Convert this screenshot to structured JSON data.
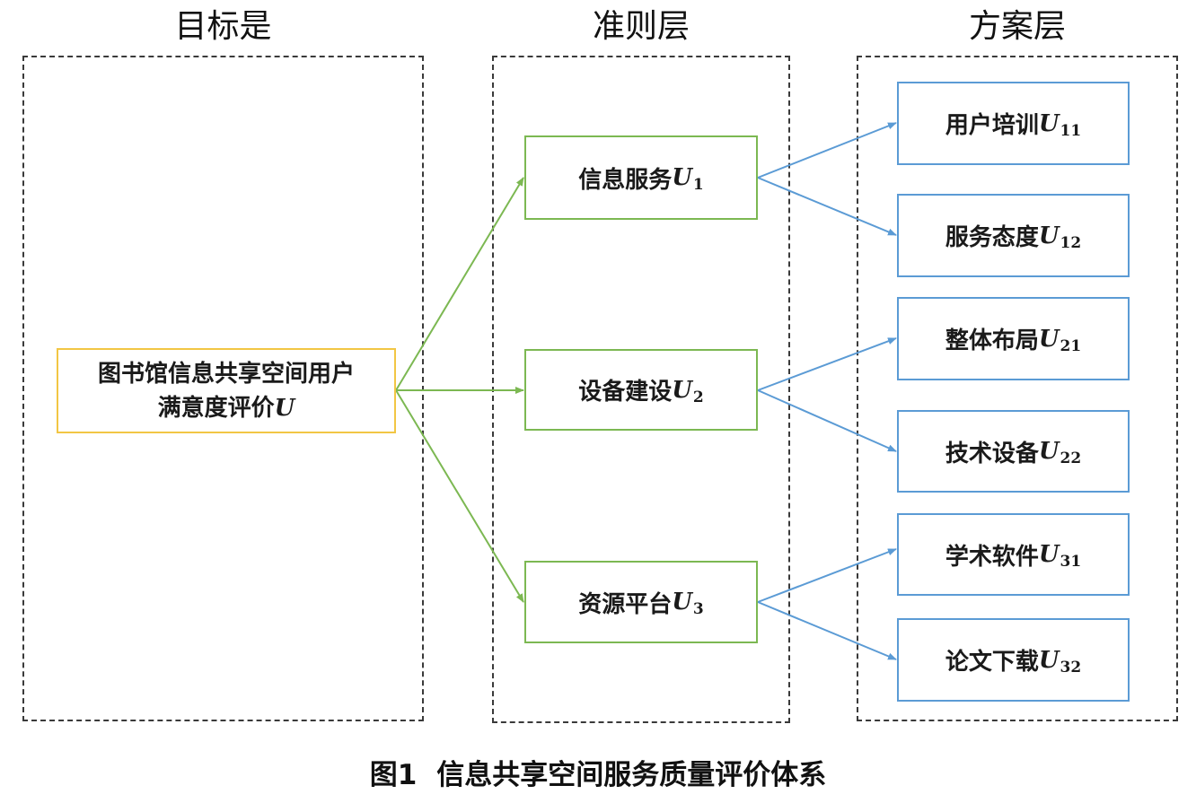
{
  "headers": {
    "goal": "目标是",
    "criteria": "准则层",
    "alternatives": "方案层"
  },
  "goal": {
    "line1": "图书馆信息共享空间用户",
    "line2": "满意度评价",
    "symbol": "U"
  },
  "criteria": [
    {
      "label": "信息服务",
      "symbol": "U",
      "subscript": "1"
    },
    {
      "label": "设备建设",
      "symbol": "U",
      "subscript": "2"
    },
    {
      "label": "资源平台",
      "symbol": "U",
      "subscript": "3"
    }
  ],
  "alternatives": [
    {
      "label": "用户培训",
      "symbol": "U",
      "subscript": "11"
    },
    {
      "label": "服务态度",
      "symbol": "U",
      "subscript": "12"
    },
    {
      "label": "整体布局",
      "symbol": "U",
      "subscript": "21"
    },
    {
      "label": "技术设备",
      "symbol": "U",
      "subscript": "22"
    },
    {
      "label": "学术软件",
      "symbol": "U",
      "subscript": "31"
    },
    {
      "label": "论文下载",
      "symbol": "U",
      "subscript": "32"
    }
  ],
  "colors": {
    "goal_border": "#f2c644",
    "criteria_border": "#7cb852",
    "alternative_border": "#5b9bd5",
    "goal_links": "#7cb852",
    "criteria_links": "#5b9bd5"
  },
  "caption": {
    "number": "图1",
    "title": "信息共享空间服务质量评价体系"
  }
}
